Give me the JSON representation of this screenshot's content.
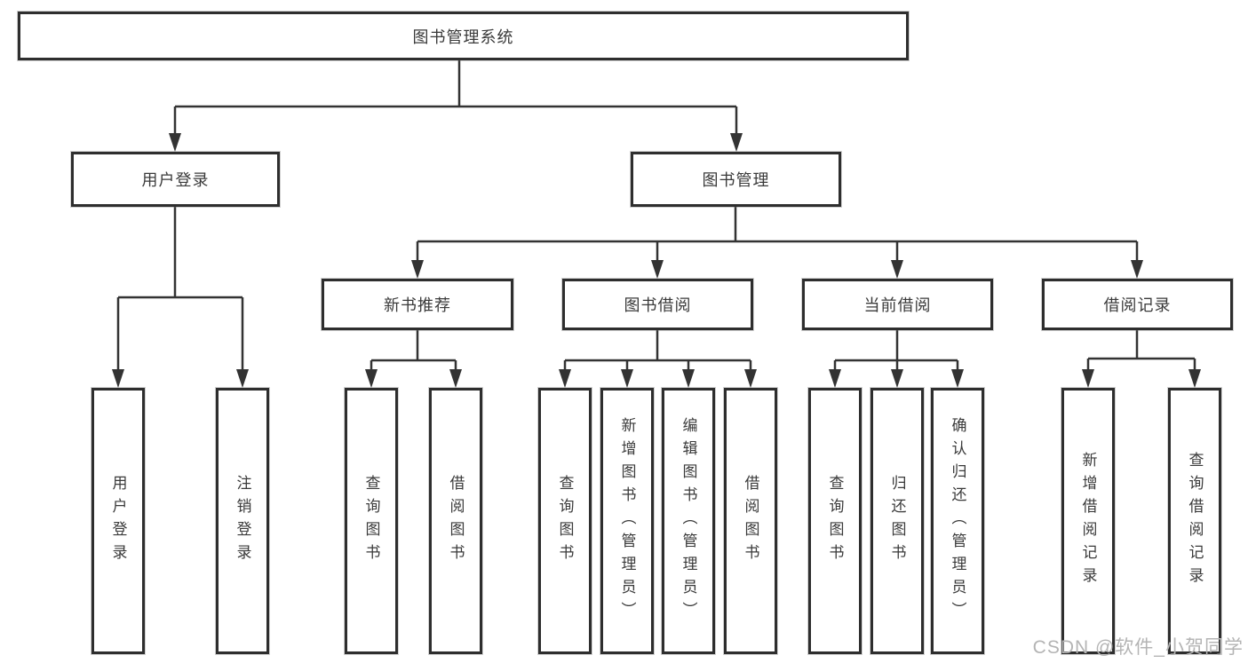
{
  "tree": {
    "root": "图书管理系统",
    "branches": [
      {
        "label": "用户登录",
        "leaves": [
          "用户登录",
          "注销登录"
        ]
      },
      {
        "label": "图书管理",
        "groups": [
          {
            "label": "新书推荐",
            "leaves": [
              "查询图书",
              "借阅图书"
            ]
          },
          {
            "label": "图书借阅",
            "leaves": [
              "查询图书",
              "新增图书（管理员）",
              "编辑图书（管理员）",
              "借阅图书"
            ]
          },
          {
            "label": "当前借阅",
            "leaves": [
              "查询图书",
              "归还图书",
              "确认归还（管理员）"
            ]
          },
          {
            "label": "借阅记录",
            "leaves": [
              "新增借阅记录",
              "查询借阅记录"
            ]
          }
        ]
      }
    ]
  },
  "watermark": {
    "text": "CSDN @软件_小贺同学"
  },
  "colors": {
    "line": "#333333",
    "node_border": "#2e2e2e",
    "text": "#3a3a3a",
    "watermark": "#b4b4b4",
    "background": "#ffffff"
  }
}
